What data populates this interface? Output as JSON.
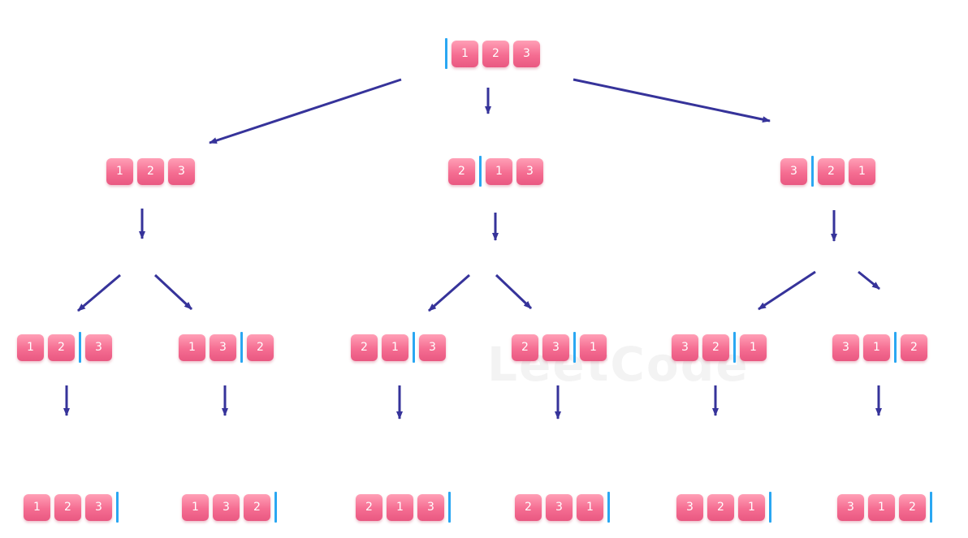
{
  "diagram": {
    "watermark": "LeetCode",
    "tree": {
      "label": "[1,2,3]",
      "nodes": [
        {
          "id": "root",
          "cells": [
            "1",
            "2",
            "3"
          ],
          "divider": 0
        },
        {
          "id": "n1",
          "cells": [
            "1",
            "2",
            "3"
          ],
          "divider": -1
        },
        {
          "id": "n2",
          "cells": [
            "2",
            "1",
            "3"
          ],
          "divider": 1
        },
        {
          "id": "n3",
          "cells": [
            "3",
            "2",
            "1"
          ],
          "divider": 1
        },
        {
          "id": "n11",
          "cells": [
            "1",
            "2",
            "3"
          ],
          "divider": 2
        },
        {
          "id": "n12",
          "cells": [
            "1",
            "3",
            "2"
          ],
          "divider": 2
        },
        {
          "id": "n21",
          "cells": [
            "2",
            "1",
            "3"
          ],
          "divider": 2
        },
        {
          "id": "n22",
          "cells": [
            "2",
            "3",
            "1"
          ],
          "divider": 2
        },
        {
          "id": "n31",
          "cells": [
            "3",
            "2",
            "1"
          ],
          "divider": 2
        },
        {
          "id": "n32",
          "cells": [
            "3",
            "1",
            "2"
          ],
          "divider": 2
        },
        {
          "id": "l1",
          "cells": [
            "1",
            "2",
            "3"
          ],
          "divider": 3
        },
        {
          "id": "l2",
          "cells": [
            "1",
            "3",
            "2"
          ],
          "divider": 3
        },
        {
          "id": "l3",
          "cells": [
            "2",
            "1",
            "3"
          ],
          "divider": 3
        },
        {
          "id": "l4",
          "cells": [
            "2",
            "3",
            "1"
          ],
          "divider": 3
        },
        {
          "id": "l5",
          "cells": [
            "3",
            "2",
            "1"
          ],
          "divider": 3
        },
        {
          "id": "l6",
          "cells": [
            "3",
            "1",
            "2"
          ],
          "divider": 3
        }
      ],
      "edges": [
        [
          "root",
          "n1"
        ],
        [
          "root",
          "n2"
        ],
        [
          "root",
          "n3"
        ],
        [
          "n1",
          "n11"
        ],
        [
          "n1",
          "n12"
        ],
        [
          "n2",
          "n21"
        ],
        [
          "n2",
          "n22"
        ],
        [
          "n3",
          "n31"
        ],
        [
          "n3",
          "n32"
        ],
        [
          "n11",
          "l1"
        ],
        [
          "n12",
          "l2"
        ],
        [
          "n21",
          "l3"
        ],
        [
          "n22",
          "l4"
        ],
        [
          "n31",
          "l5"
        ],
        [
          "n32",
          "l6"
        ]
      ]
    },
    "colors": {
      "cell": "#f56d92",
      "divider": "#2aa7f2",
      "arrow": "#36339a"
    }
  }
}
